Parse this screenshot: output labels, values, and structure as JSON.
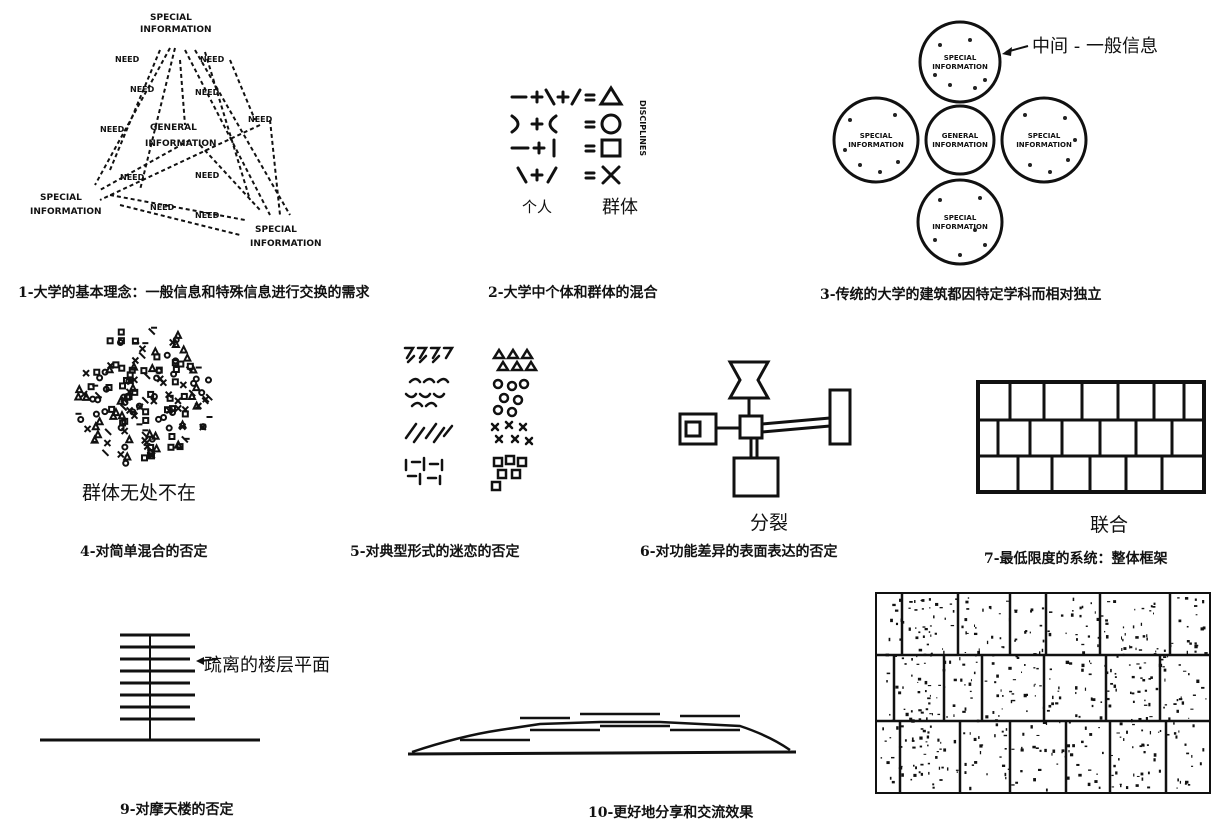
{
  "panels": [
    {
      "caption": "1-大学的基本理念：一般信息和特殊信息进行交换的需求",
      "drawing_text": {
        "special_top": "SPECIAL",
        "info_top": "INFORMATION",
        "general": "GENERAL",
        "general_info": "INFORMATION",
        "special_left": "SPECIAL",
        "info_left": "INFORMATION",
        "special_right": "SPECIAL",
        "info_right": "INFORMATION",
        "need": "NEED"
      }
    },
    {
      "caption": "2-大学中个体和群体的混合",
      "label_individual": "个人",
      "label_group": "群体",
      "vertical_word": "DISCIPLINES"
    },
    {
      "caption": "3-传统的大学的建筑都因特定学科而相对独立",
      "annotation": "中间 - 一般信息",
      "circle_special": "SPECIAL",
      "circle_info": "INFORMATION",
      "circle_general": "GENERAL"
    },
    {
      "caption": "4-对简单混合的否定",
      "label": "群体无处不在"
    },
    {
      "caption": "5-对典型形式的迷恋的否定"
    },
    {
      "caption": "6-对功能差异的表面表达的否定",
      "label": "分裂"
    },
    {
      "caption": "7-最低限度的系统：整体框架",
      "label": "联合"
    },
    {
      "caption": "9-对摩天楼的否定",
      "label": "疏离的楼层平面"
    },
    {
      "caption": "10-更好地分享和交流效果"
    },
    {
      "caption": ""
    }
  ]
}
